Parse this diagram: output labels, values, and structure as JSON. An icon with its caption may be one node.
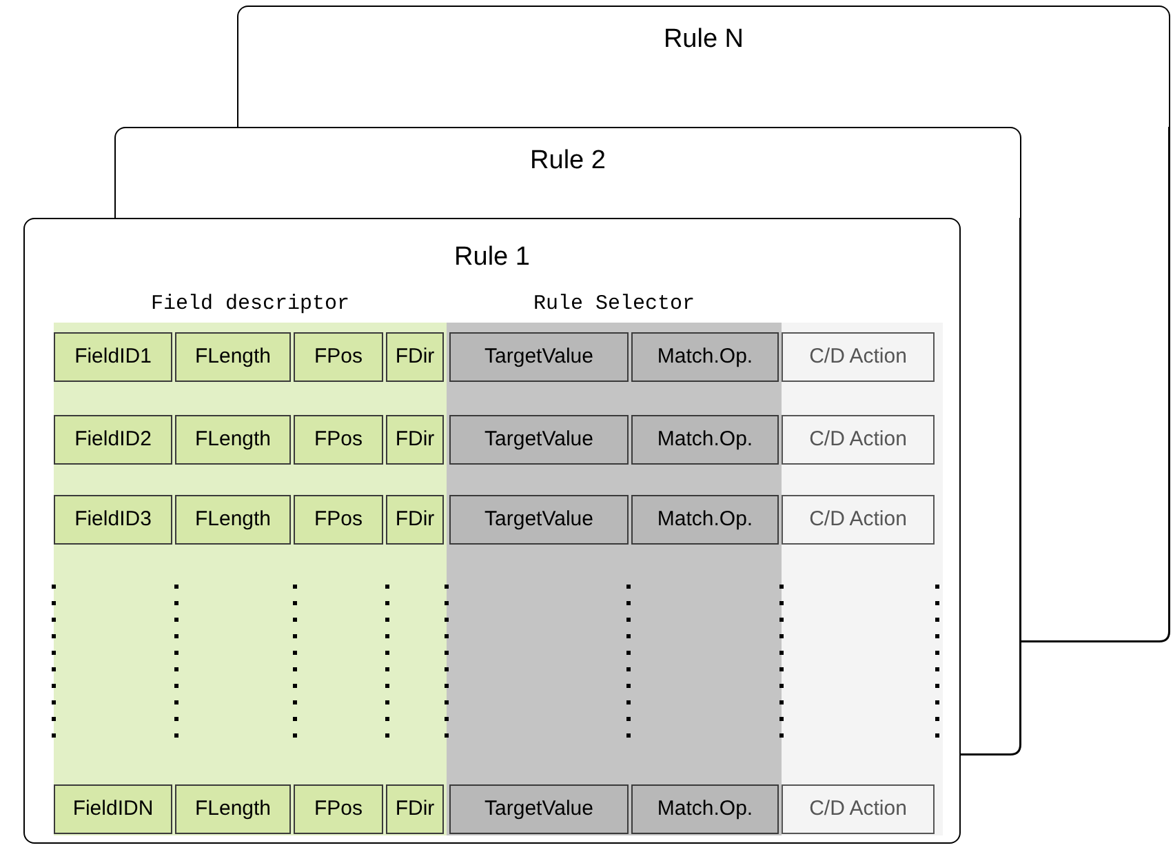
{
  "diagram": {
    "nodes": [
      {
        "text": [
          "Rule N"
        ]
      },
      {
        "text": [
          "Rule 2"
        ]
      },
      {
        "text": [
          "Rule 1"
        ]
      },
      {
        "text": [
          "Field descriptor"
        ],
        "in": 2
      },
      {
        "text": [
          "Rule Selector"
        ],
        "in": 2
      },
      {
        "text": [],
        "shape": "box",
        "in": 2
      },
      {
        "text": [
          "FieldID1"
        ],
        "in": 3
      },
      {
        "text": [
          "FLength"
        ],
        "in": 3
      },
      {
        "text": [
          "FPos"
        ],
        "in": 3
      },
      {
        "text": [
          "FDir"
        ],
        "in": 3
      },
      {
        "text": [
          "TargetValue"
        ],
        "in": 4
      },
      {
        "text": [
          "Match.Op."
        ],
        "in": 4
      },
      {
        "text": [
          "C/D Action"
        ],
        "in": 5
      },
      {
        "text": [
          "FieldID2"
        ],
        "in": 3
      },
      {
        "text": [
          "FLength"
        ],
        "in": 3
      },
      {
        "text": [
          "FPos"
        ],
        "in": 3
      },
      {
        "text": [
          "FDir"
        ],
        "in": 3
      },
      {
        "text": [
          "TargetValue"
        ],
        "in": 4
      },
      {
        "text": [
          "Match.Op."
        ],
        "in": 4
      },
      {
        "text": [
          "C/D Action"
        ],
        "in": 5
      },
      {
        "text": [
          "FieldID3"
        ],
        "in": 3
      },
      {
        "text": [
          "FLength"
        ],
        "in": 3
      },
      {
        "text": [
          "FPos"
        ],
        "in": 3
      },
      {
        "text": [
          "FDir"
        ],
        "in": 3
      },
      {
        "text": [
          "TargetValue"
        ],
        "in": 4
      },
      {
        "text": [
          "Match.Op."
        ],
        "in": 4
      },
      {
        "text": [
          "C/D Action"
        ],
        "in": 5
      },
      {
        "text": [
          "FieldIDN"
        ],
        "in": 3
      },
      {
        "text": [
          "FLength"
        ],
        "in": 3
      },
      {
        "text": [
          "FPos"
        ],
        "in": 3
      },
      {
        "text": [
          "FDir"
        ],
        "in": 3
      },
      {
        "text": [
          "TargetValue"
        ],
        "in": 4
      },
      {
        "text": [
          "Match.Op."
        ],
        "in": 4
      },
      {
        "text": [
          "C/D Action"
        ],
        "in": 5
      }
    ]
  }
}
